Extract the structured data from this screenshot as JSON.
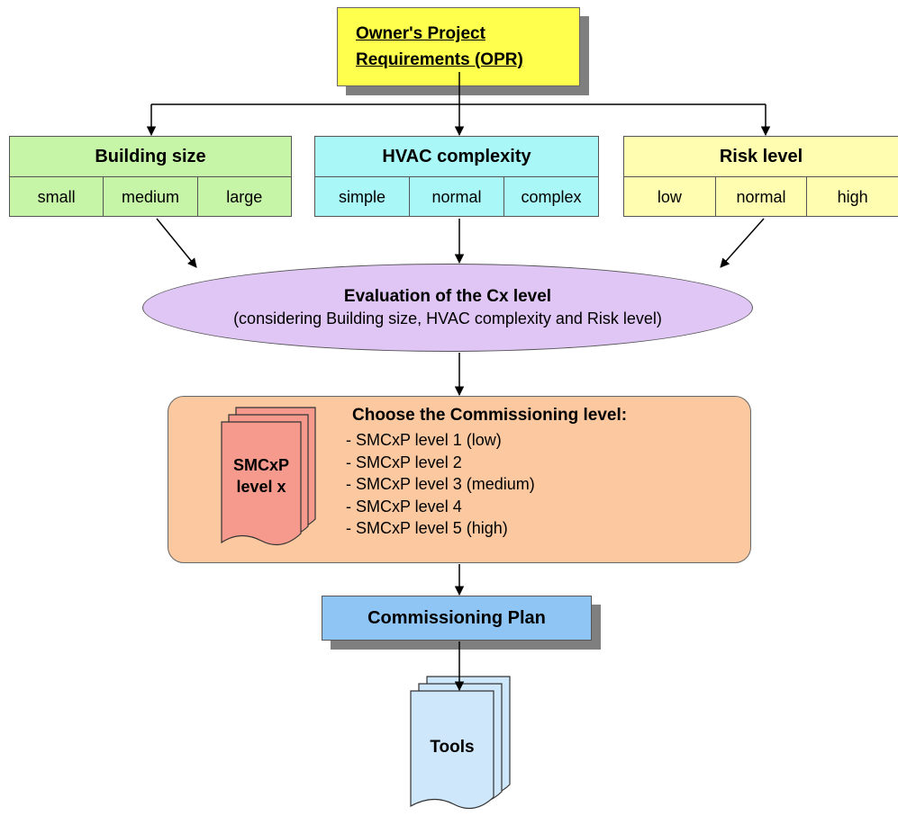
{
  "opr": {
    "line1": "Owner's Project",
    "line2": "Requirements (OPR)"
  },
  "categories": [
    {
      "title": "Building size",
      "options": [
        "small",
        "medium",
        "large"
      ]
    },
    {
      "title": "HVAC complexity",
      "options": [
        "simple",
        "normal",
        "complex"
      ]
    },
    {
      "title": "Risk level",
      "options": [
        "low",
        "normal",
        "high"
      ]
    }
  ],
  "evaluation": {
    "title": "Evaluation of the Cx level",
    "subtitle": "(considering Building size, HVAC complexity and Risk level)"
  },
  "commissioning_level": {
    "title": "Choose the Commissioning level:",
    "items": [
      "- SMCxP level 1 (low)",
      "- SMCxP level 2",
      "- SMCxP level 3 (medium)",
      "- SMCxP level 4",
      "- SMCxP level 5 (high)"
    ],
    "doc_line1": "SMCxP",
    "doc_line2": "level x"
  },
  "plan": {
    "label": "Commissioning Plan"
  },
  "tools": {
    "label": "Tools"
  },
  "colors": {
    "opr": "#ffff4d",
    "building_size": "#c6f5a8",
    "hvac": "#a9f7f7",
    "risk": "#fefdb0",
    "evaluation": "#e0c6f5",
    "level_box": "#fcc8a0",
    "level_doc": "#f59a8c",
    "plan": "#8ec5f5",
    "tools_doc": "#cfe7fb",
    "shadow": "#7f7f7f"
  }
}
